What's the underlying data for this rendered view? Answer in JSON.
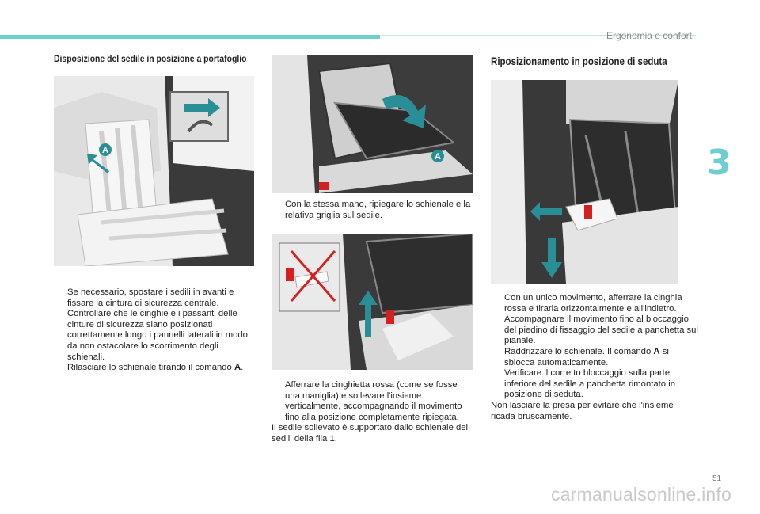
{
  "header": {
    "section_title": "Ergonomia e confort",
    "chapter_number": "3",
    "page_number": "51"
  },
  "watermark": "carmanualsonline.info",
  "left": {
    "title": "Disposizione del sedile in posizione a portafoglio",
    "label_a": "A",
    "steps": [
      "Se necessario, spostare i sedili in avanti e fissare la cintura di sicurezza centrale.",
      "Controllare che le cinghie e i passanti delle cinture di sicurezza siano posizionati correttamente lungo i pannelli laterali in modo da non ostacolare lo scorrimento degli schienali."
    ],
    "step3_text": "Rilasciare lo schienale tirando il comando ",
    "step3_bold": "A",
    "step3_end": "."
  },
  "middle": {
    "label_a": "A",
    "step_fold": "Con la stessa mano, ripiegare lo schienale e la relativa griglia sul sedile.",
    "step_lift": "Afferrare la cinghietta rossa (come se fosse una maniglia) e sollevare l'insieme verticalmente, accompagnando il movimento fino alla posizione completamente ripiegata.",
    "note": "Il sedile sollevato è supportato dallo schienale dei sedili della fila 1."
  },
  "right": {
    "title": "Riposizionamento in posizione di seduta",
    "step1": "Con un unico movimento, afferrare la cinghia rossa e tirarla orizzontalmente e all'indietro. Accompagnare il movimento fino al bloccaggio del piedino di fissaggio del sedile a panchetta sul pianale.",
    "step2_text": "Raddrizzare lo schienale. Il comando ",
    "step2_bold": "A",
    "step2_end": " si sblocca automaticamente.",
    "step3": "Verificare il corretto bloccaggio sulla parte inferiore del sedile a panchetta rimontato in posizione di seduta.",
    "note": "Non lasciare la presa per evitare che l'insieme ricada bruscamente."
  },
  "bullet_char": "",
  "colors": {
    "accent": "#6fcfd0",
    "arrow": "#2a8e97",
    "strap": "#d42020"
  }
}
